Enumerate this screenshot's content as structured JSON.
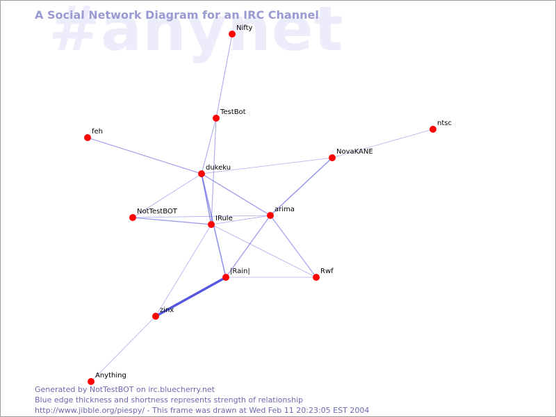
{
  "watermark": "#anynet",
  "title": "A Social Network Diagram for an IRC Channel",
  "footer": {
    "line1": "Generated by NotTestBOT on irc.bluecherry.net",
    "line2": "Blue edge thickness and shortness represents strength of relationship",
    "line3": "http://www.jibble.org/piespy/ - This frame was drawn at Wed Feb 11 20:23:05 EST 2004"
  },
  "colors": {
    "node": "#ff0000",
    "edge": "#5555dd",
    "title": "#9a9ad2",
    "watermark": "#ececfb",
    "footer": "#6a6aae"
  },
  "nodes": [
    {
      "id": "Nifty",
      "label": "Nifty"
    },
    {
      "id": "TestBot",
      "label": "TestBot"
    },
    {
      "id": "feh",
      "label": "feh"
    },
    {
      "id": "ntsc",
      "label": "ntsc"
    },
    {
      "id": "NovaKANE",
      "label": "NovaKANE"
    },
    {
      "id": "dukeku",
      "label": "dukeku"
    },
    {
      "id": "NotTestBOT",
      "label": "NotTestBOT"
    },
    {
      "id": "IRule",
      "label": "IRule"
    },
    {
      "id": "arima",
      "label": "arima"
    },
    {
      "id": "Rain",
      "label": "|Rain|"
    },
    {
      "id": "Rwf",
      "label": "Rwf"
    },
    {
      "id": "zinx",
      "label": "zinx"
    },
    {
      "id": "Anything",
      "label": "Anything"
    }
  ],
  "edges": [
    {
      "from": "Nifty",
      "to": "TestBot",
      "strength": 1
    },
    {
      "from": "TestBot",
      "to": "dukeku",
      "strength": 1
    },
    {
      "from": "TestBot",
      "to": "IRule",
      "strength": 1
    },
    {
      "from": "feh",
      "to": "dukeku",
      "strength": 1.2
    },
    {
      "from": "ntsc",
      "to": "NovaKANE",
      "strength": 0.8
    },
    {
      "from": "NovaKANE",
      "to": "dukeku",
      "strength": 0.8
    },
    {
      "from": "NovaKANE",
      "to": "arima",
      "strength": 1.5
    },
    {
      "from": "dukeku",
      "to": "NotTestBOT",
      "strength": 0.8
    },
    {
      "from": "dukeku",
      "to": "arima",
      "strength": 1.3
    },
    {
      "from": "dukeku",
      "to": "IRule",
      "strength": 1.5
    },
    {
      "from": "dukeku",
      "to": "Rain",
      "strength": 1.6
    },
    {
      "from": "NotTestBOT",
      "to": "IRule",
      "strength": 1.3
    },
    {
      "from": "NotTestBOT",
      "to": "arima",
      "strength": 0.8
    },
    {
      "from": "IRule",
      "to": "arima",
      "strength": 0.8
    },
    {
      "from": "IRule",
      "to": "Rwf",
      "strength": 0.8
    },
    {
      "from": "IRule",
      "to": "zinx",
      "strength": 0.8
    },
    {
      "from": "arima",
      "to": "Rain",
      "strength": 1.3
    },
    {
      "from": "arima",
      "to": "Rwf",
      "strength": 1.2
    },
    {
      "from": "Rain",
      "to": "Rwf",
      "strength": 0.8
    },
    {
      "from": "Rain",
      "to": "zinx",
      "strength": 3.5
    },
    {
      "from": "zinx",
      "to": "Anything",
      "strength": 0.8
    }
  ]
}
